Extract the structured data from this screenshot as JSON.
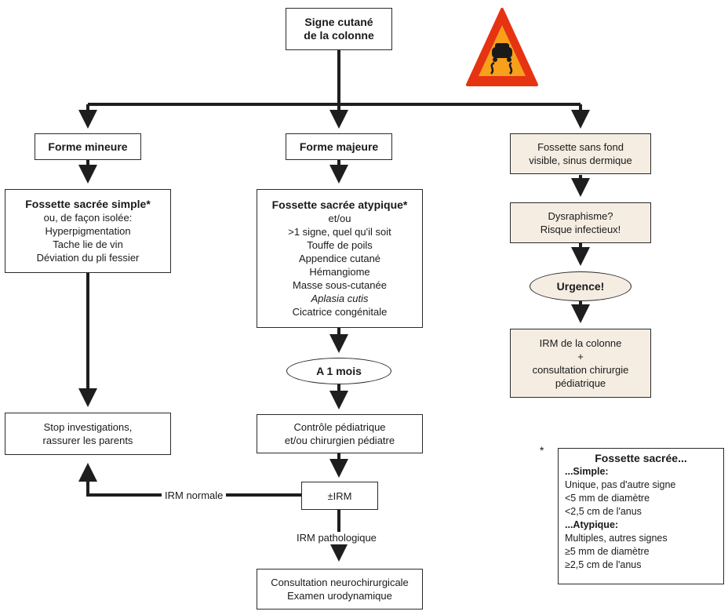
{
  "nodes": {
    "root": [
      "Signe cutané",
      "de la colonne"
    ],
    "minor": "Forme mineure",
    "major": "Forme majeure",
    "sinus": [
      "Fossette sans fond",
      "visible, sinus dermique"
    ],
    "simple": {
      "title": "Fossette sacrée simple*",
      "lines": [
        "ou, de façon isolée:",
        "Hyperpigmentation",
        "Tache lie de vin",
        "Déviation du pli fessier"
      ]
    },
    "atypical": {
      "title": "Fossette sacrée atypique*",
      "lines": [
        "et/ou",
        ">1 signe, quel qu'il soit",
        "Touffe de poils",
        "Appendice cutané",
        "Hémangiome",
        "Masse sous-cutanée"
      ],
      "italic": "Aplasia cutis",
      "last": "Cicatrice congénitale"
    },
    "dysraphism": [
      "Dysraphisme?",
      "Risque infectieux!"
    ],
    "urgency": "Urgence!",
    "mri_spine": [
      "IRM de la colonne",
      "+",
      "consultation chirurgie",
      "pédiatrique"
    ],
    "one_month": "A 1 mois",
    "stop": [
      "Stop investigations,",
      "rassurer les parents"
    ],
    "control": [
      "Contrôle pédiatrique",
      "et/ou chirurgien pédiatre"
    ],
    "mri": "±IRM",
    "neuro": [
      "Consultation neurochirurgicale",
      "Examen urodynamique"
    ]
  },
  "edge_labels": {
    "mri_normal": "IRM normale",
    "mri_pathological": "IRM pathologique"
  },
  "legend": {
    "marker": "*",
    "title": "Fossette sacrée...",
    "simple_heading": "...Simple:",
    "simple_lines": [
      "Unique, pas d'autre signe",
      "<5 mm de diamètre",
      "<2,5 cm de l'anus"
    ],
    "atypical_heading": "...Atypique:",
    "atypical_lines": [
      "Multiples, autres signes",
      "≥5 mm de diamètre",
      "≥2,5 cm de l'anus"
    ]
  },
  "icons": {
    "warning_sign": "slippery-road-warning-icon"
  },
  "colors": {
    "beige": "#f5ede2",
    "line": "#1e1e1e",
    "sign_red": "#e63312",
    "sign_orange": "#f7a01c"
  }
}
